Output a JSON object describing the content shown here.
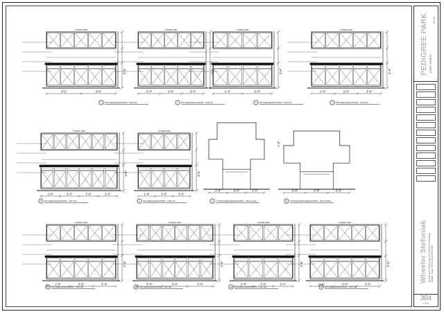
{
  "project": {
    "name": "PEDIGREE PARK",
    "city": "FORT WORTH",
    "page_head": "TEXAS"
  },
  "firm": {
    "name": "Wheeler Stefoniak",
    "address_line1": "Architecture & Planning, LLC   3535 Lee Parkway",
    "address_line2": "Dallas, Texas 75219   (214) 555-0100"
  },
  "sheet": {
    "number": "304",
    "sub": "7/7/xx"
  },
  "drawing": {
    "panels": [
      {
        "id": "p1",
        "caption": "KITCHEN ELEVATIONS - UNIT A1",
        "num": "1",
        "header": "TUNDRA VIEW",
        "dims": [
          "3'-0\"",
          "3'-6\""
        ],
        "vdim": "2'-6\""
      },
      {
        "id": "p2",
        "caption": "KITCHEN ELEVATIONS - UNIT A1",
        "num": "2",
        "header": "TUNDRA VIEW",
        "dims": [
          "3'-0\"",
          "3'-0\"",
          "3'-0\""
        ],
        "vdim": "2'-6\""
      },
      {
        "id": "p3",
        "caption": "KITCHEN ELEVATIONS - UNIT A1",
        "num": "3",
        "header": "TUNDRA VIEW",
        "dims": [
          "2'-6\"",
          "3'-0\""
        ],
        "vdim": "2'-6\""
      },
      {
        "id": "p4",
        "caption": "KITCHEN ELEVATIONS - UNIT A1",
        "num": "4",
        "header": "TUNDRA VIEW",
        "dims": [
          "3'-0\"",
          "3'-0\"",
          "3'-0\""
        ],
        "vdim": "2'-6\""
      },
      {
        "id": "p5",
        "caption": "KITCHEN ELEVATIONS - UNIT A2",
        "num": "5",
        "header": "TUNDRA VIEW",
        "dims": [
          "2'-6\"",
          "3'-0\"",
          "2'-6\"",
          "3'-0\""
        ],
        "vdim": "3'-0\""
      },
      {
        "id": "p6",
        "caption": "KITCHEN ELEVATIONS - UNIT A2",
        "num": "6",
        "header": "TUNDRA VIEW",
        "dims": [
          "1'-6\"",
          "3'-0\"",
          "3'-0\""
        ],
        "vdim": "3'-0\""
      },
      {
        "id": "p7",
        "caption": "TYPICAL BATH ELEVATIONS - UNIT A1/A2",
        "num": "7",
        "header": "",
        "dims": [
          "2'-6\"",
          "3'-0\"",
          "2'-0\""
        ],
        "vdim": ""
      },
      {
        "id": "p8",
        "caption": "TYPICAL BATH ELEVATIONS - UNIT A1/A2",
        "num": "8",
        "header": "",
        "dims": [
          "2'-6\"",
          "3'-0\"",
          "2'-0\""
        ],
        "vdim": "1'-6\""
      },
      {
        "id": "p9",
        "caption": "KITCHEN ELEVATIONS - UNIT B1",
        "num": "9",
        "header": "TUNDRA VIEW",
        "dims": [
          "2'-6\"",
          "3'-0\"",
          "3'-0\""
        ],
        "vdim": "2'-6\""
      },
      {
        "id": "p10",
        "caption": "KITCHEN ELEVATIONS - UNIT B1",
        "num": "10",
        "header": "TUNDRA VIEW",
        "dims": [
          "3'-0\"",
          "3'-0\"",
          "3'-0\""
        ],
        "vdim": "2'-6\""
      },
      {
        "id": "p11",
        "caption": "KITCHEN ELEVATIONS - UNIT B2",
        "num": "11",
        "header": "TUNDRA VIEW",
        "dims": [
          "2'-6\"",
          "3'-0\"",
          "3'-0\""
        ],
        "vdim": "2'-6\""
      },
      {
        "id": "p12",
        "caption": "KITCHEN ELEVATIONS - UNIT B2",
        "num": "12",
        "header": "TUNDRA VIEW",
        "dims": [
          "2'-6\"",
          "3'-0\"",
          "3'-0\""
        ],
        "vdim": "2'-6\""
      }
    ]
  }
}
